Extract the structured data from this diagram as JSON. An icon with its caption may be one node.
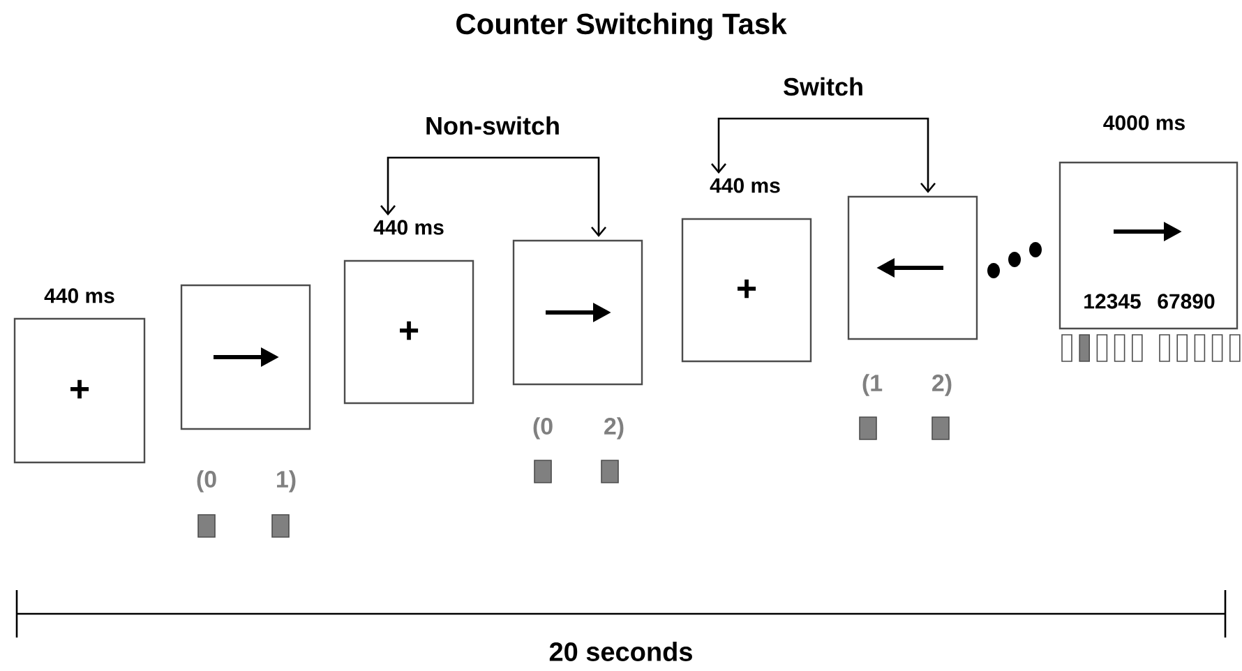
{
  "diagram": {
    "title": "Counter Switching Task",
    "nodes": [
      {
        "text": [
          "+"
        ],
        "beside": [
          "440 ms"
        ]
      },
      {
        "text": [],
        "shape": "box"
      },
      {
        "text": [
          "+"
        ],
        "beside": [
          "440 ms"
        ]
      },
      {
        "text": [],
        "shape": "box"
      },
      {
        "text": [
          "+"
        ],
        "beside": [
          "440 ms"
        ]
      },
      {
        "text": [],
        "shape": "box"
      },
      {
        "text": [
          "12345",
          "67890"
        ],
        "beside": [
          "4000 ms"
        ]
      }
    ],
    "edges": [
      {
        "from": 2,
        "to": 3,
        "arrow": "both",
        "label": "Non-switch"
      },
      {
        "from": 4,
        "to": 5,
        "arrow": "both",
        "label": "Switch"
      }
    ],
    "labels": [
      "(0",
      "1)",
      "(0",
      "2)",
      "(1",
      "2)",
      "20 seconds"
    ]
  }
}
